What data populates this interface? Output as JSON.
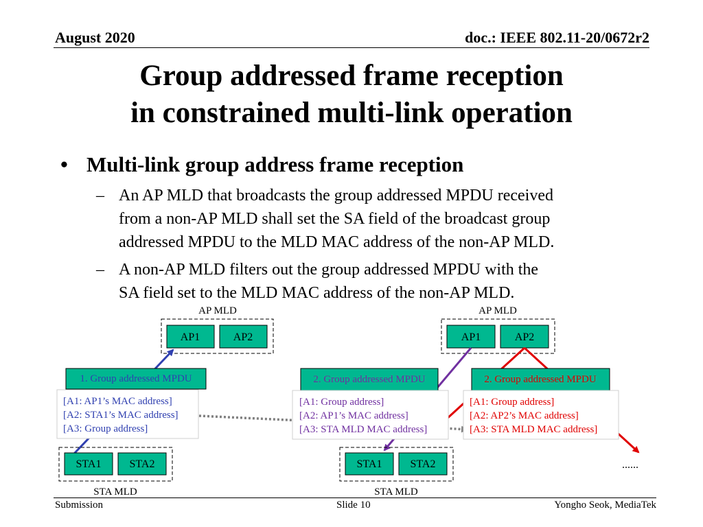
{
  "header": {
    "date": "August 2020",
    "doc": "doc.: IEEE 802.11-20/0672r2"
  },
  "title": {
    "line1": "Group addressed frame reception",
    "line2": "in constrained multi-link operation"
  },
  "bullet": {
    "text": "Multi-link group address frame reception"
  },
  "sub_bullets": [
    {
      "lines": [
        "An AP MLD that broadcasts the group addressed MPDU received",
        "from a non-AP MLD shall set the SA field of the broadcast group",
        "addressed MPDU to the MLD MAC address of the non-AP MLD."
      ]
    },
    {
      "lines": [
        "A non-AP MLD filters out the group addressed MPDU with the",
        "SA field set to the MLD MAC address of the non-AP MLD."
      ]
    }
  ],
  "diagram": {
    "ap_mld_label": "AP MLD",
    "sta_mld_label": "STA MLD",
    "ap1": "AP1",
    "ap2": "AP2",
    "sta1": "STA1",
    "sta2": "STA2",
    "mpdu1": {
      "label": "1. Group addressed MPDU",
      "fields": [
        "[A1: AP1’s MAC address]",
        "[A2: STA1’s MAC address]",
        "[A3: Group address]"
      ]
    },
    "mpdu2a": {
      "label": "2. Group addressed MPDU",
      "fields": [
        "[A1: Group address]",
        "[A2: AP1’s MAC address]",
        "[A3: STA MLD MAC address]"
      ]
    },
    "mpdu2b": {
      "label": "2. Group addressed MPDU",
      "fields": [
        "[A1: Group address]",
        "[A2: AP2’s MAC address]",
        "[A3: STA MLD MAC address]"
      ]
    },
    "ellipsis": "......",
    "colors": {
      "box_fill": "#00b890",
      "blue": "#3040b0",
      "purple": "#7030a0",
      "red": "#e00000",
      "gray": "#808080"
    }
  },
  "footer": {
    "left": "Submission",
    "mid": "Slide 10",
    "right": "Yongho Seok, MediaTek"
  }
}
